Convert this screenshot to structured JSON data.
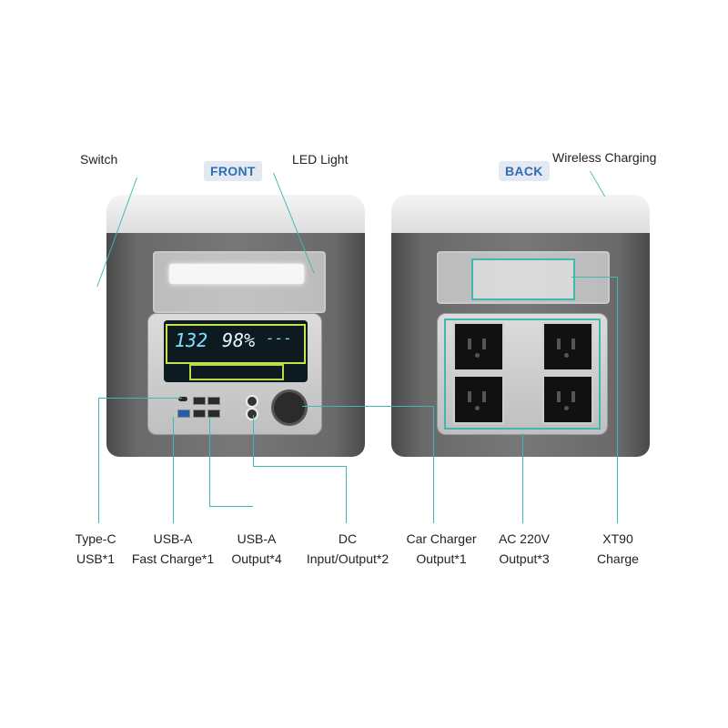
{
  "badges": {
    "front": "FRONT",
    "back": "BACK"
  },
  "callouts_top": {
    "switch": "Switch",
    "led_light": "LED Light",
    "wireless_charging": "Wireless Charging"
  },
  "callouts_bottom": [
    {
      "line1": "Type-C",
      "line2": "USB*1"
    },
    {
      "line1": "USB-A",
      "line2": "Fast Charge*1"
    },
    {
      "line1": "USB-A",
      "line2": "Output*4"
    },
    {
      "line1": "DC",
      "line2": "Input/Output*2"
    },
    {
      "line1": "Car Charger",
      "line2": "Output*1"
    },
    {
      "line1": "AC 220V",
      "line2": "Output*3"
    },
    {
      "line1": "XT90",
      "line2": "Charge"
    }
  ],
  "screen": {
    "left_value": "132",
    "percent": "98%",
    "right_value": "---"
  },
  "colors": {
    "accent_line": "#3fb8b2",
    "badge_text": "#2e6fb3",
    "lcd_border": "#c6e34a"
  }
}
